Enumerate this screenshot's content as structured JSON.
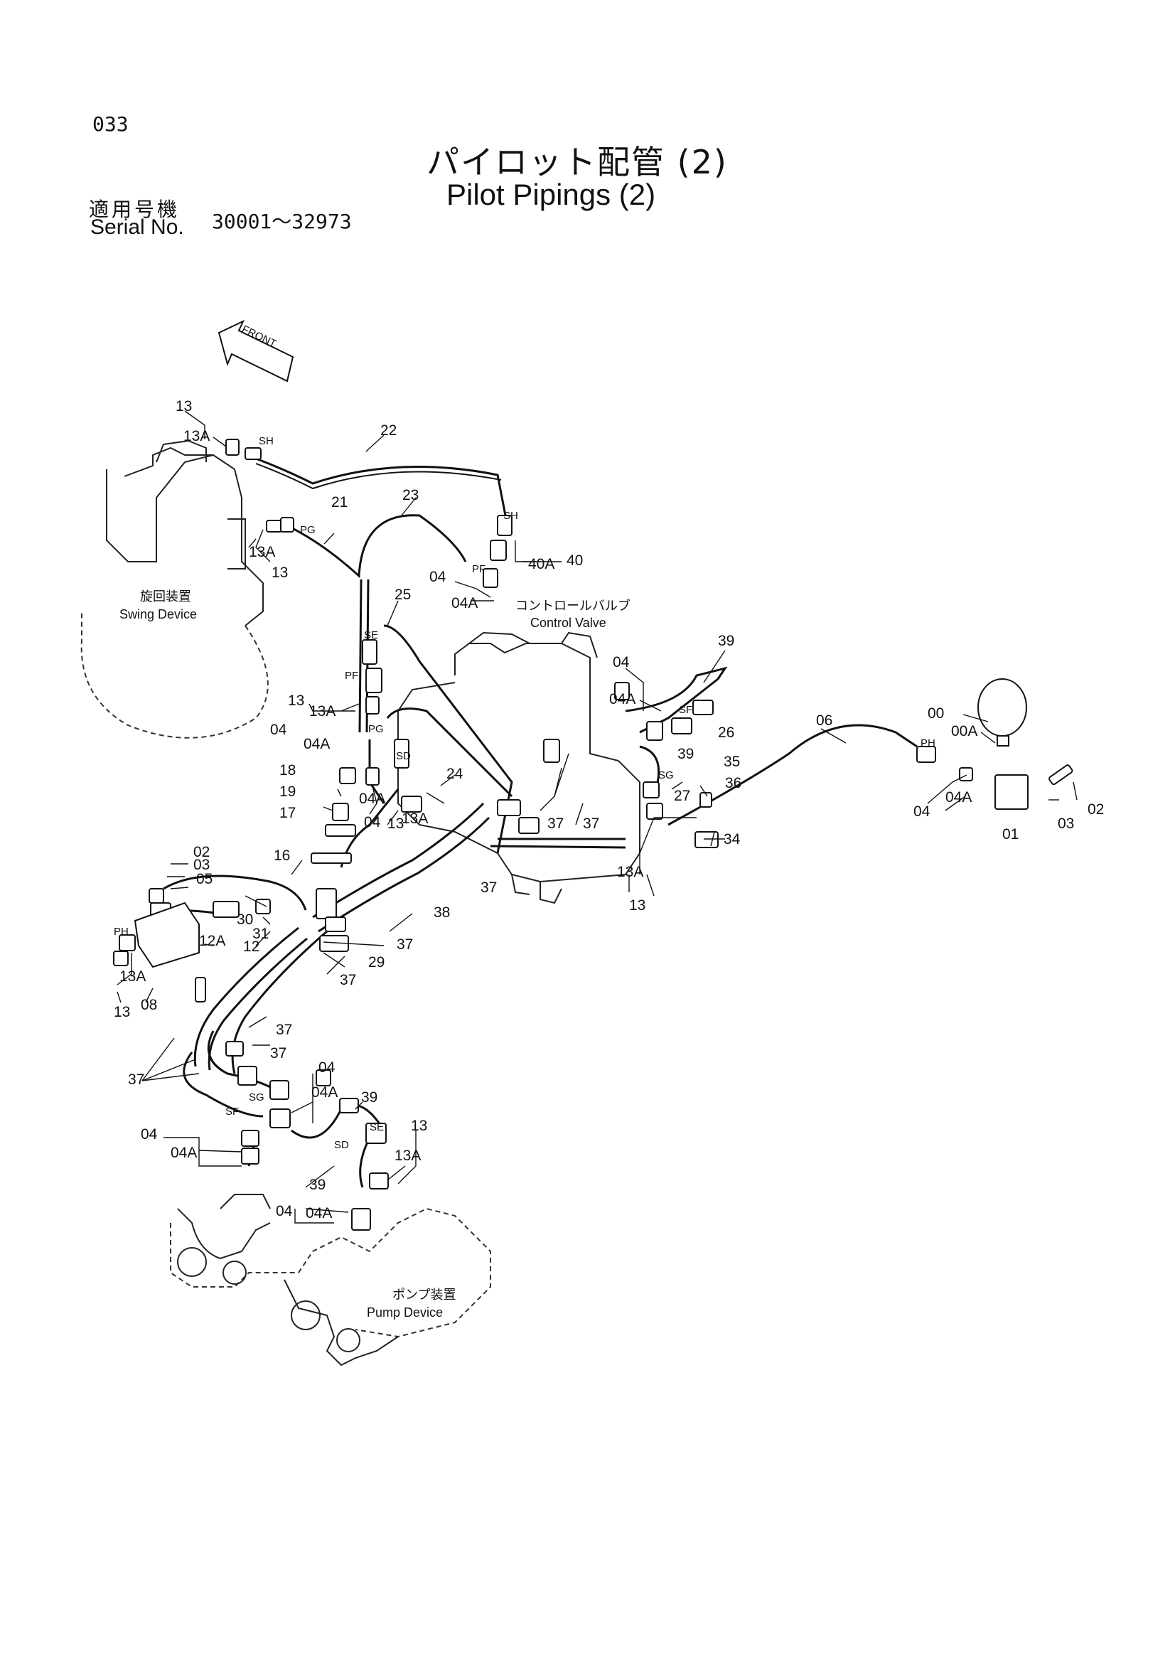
{
  "header": {
    "page_number": "033",
    "title_ja": "パイロット配管 (2)",
    "title_en": "Pilot Pipings (2)",
    "serial_label_ja": "適用号機",
    "serial_label_en": "Serial No.",
    "serial_range": "30001～32973"
  },
  "diagram": {
    "front_arrow": "FRONT",
    "components": {
      "swing_ja": "旋回装置",
      "swing_en": "Swing Device",
      "control_ja": "コントロールバルブ",
      "control_en": "Control Valve",
      "pump_ja": "ポンプ装置",
      "pump_en": "Pump Device"
    },
    "port_labels": {
      "sh1": "SH",
      "sh2": "SH",
      "pg1": "PG",
      "pg2": "PG",
      "pf1": "PF",
      "pf2": "PF",
      "se1": "SE",
      "se2": "SE",
      "sd1": "SD",
      "sd2": "SD",
      "sf1": "SF",
      "sf2": "SF",
      "sg1": "SG",
      "sg2": "SG",
      "ph1": "PH",
      "ph2": "PH"
    },
    "part_labels": {
      "p13a": "13",
      "p13Aa": "13A",
      "p22": "22",
      "p13Ab": "13A",
      "p13b": "13",
      "p21": "21",
      "p23": "23",
      "p40": "40",
      "p40A": "40A",
      "p04a": "04",
      "p04Aa": "04A",
      "p25": "25",
      "p39a": "39",
      "p04b": "04",
      "p04Ab": "04A",
      "p13c": "13",
      "p13Ac": "13A",
      "p26": "26",
      "p06": "06",
      "p00": "00",
      "p00A": "00A",
      "p04c": "04",
      "p04Ac": "04A",
      "p24": "24",
      "p39b": "39",
      "p35": "35",
      "p36": "36",
      "p27": "27",
      "p02a": "02",
      "p03a": "03",
      "p01": "01",
      "p18": "18",
      "p19": "19",
      "p17": "17",
      "p04d": "04",
      "p04Ad": "04A",
      "p04e": "04",
      "p04Ae": "04A",
      "p13d": "13",
      "p13Ad": "13A",
      "p37a": "37",
      "p37b": "37",
      "p37c": "37",
      "p34": "34",
      "p13Ae": "13A",
      "p13e": "13",
      "p02b": "02",
      "p03b": "03",
      "p05": "05",
      "p16": "16",
      "p38": "38",
      "p30": "30",
      "p31": "31",
      "p12A": "12A",
      "p12": "12",
      "p37d": "37",
      "p29": "29",
      "p37e": "37",
      "p13Af": "13A",
      "p13f": "13",
      "p08": "08",
      "p37f": "37",
      "p37g": "37",
      "p37h": "37",
      "p04f": "04",
      "p04Af": "04A",
      "p39c": "39",
      "p13g": "13",
      "p13Ag": "13A",
      "p04g": "04",
      "p04Ag": "04A",
      "p39d": "39",
      "p04h": "04",
      "p04Ah": "04A"
    }
  }
}
